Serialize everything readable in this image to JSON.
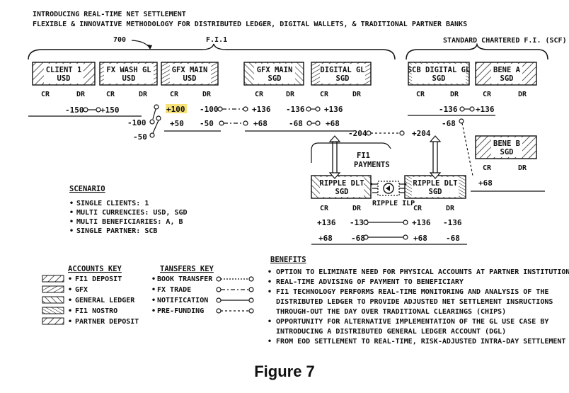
{
  "header": {
    "title": "INTRODUCING REAL-TIME NET SETTLEMENT",
    "subtitle": "FLEXIBLE & INNOVATIVE METHODOLOGY FOR DISTRIBUTED LEDGER, DIGITAL WALLETS, & TRADITIONAL PARTNER BANKS"
  },
  "groups": {
    "ref": "700",
    "fi1": "F.I.1",
    "scb": "STANDARD CHARTERED F.I. (SCF)"
  },
  "cr": "CR",
  "dr": "DR",
  "accounts": {
    "client1": [
      "CLIENT 1",
      "USD"
    ],
    "fxwash": [
      "FX WASH GL",
      "USD"
    ],
    "gfxmain_usd": [
      "GFX MAIN",
      "USD"
    ],
    "gfxmain_sgd": [
      "GFX MAIN",
      "SGD"
    ],
    "digital_gl": [
      "DIGITAL GL",
      "SGD"
    ],
    "scb_digital": [
      "SCB DIGITAL GL",
      "SGD"
    ],
    "bene_a": [
      "BENE A",
      "SGD"
    ],
    "bene_b": [
      "BENE B",
      "SGD"
    ],
    "ripple_fi": [
      "RIPPLE DLT",
      "SGD"
    ],
    "ripple_scb": [
      "RIPPLE DLT",
      "SGD"
    ]
  },
  "values": {
    "v1": "-150",
    "v2": "+150",
    "v3": "-100",
    "v4": "-50",
    "v5": "+100",
    "v6": "-100",
    "v7": "+50",
    "v8": "-50",
    "v9": "+136",
    "v10": "+68",
    "v11": "-136",
    "v12": "+136",
    "v13": "-68",
    "v14": "+68",
    "v15": "-204",
    "v16": "+204",
    "v17": "-136",
    "v18": "+136",
    "v19": "-68",
    "v20": "+68",
    "r1": "+136",
    "r2": "-136",
    "r3": "+68",
    "r4": "-68",
    "r5": "+136",
    "r6": "-136",
    "r7": "+68",
    "r8": "-68"
  },
  "fi1_payments": [
    "FI1",
    "PAYMENTS"
  ],
  "ripple_ilp": "RIPPLE ILP",
  "scenario": {
    "title": "SCENARIO",
    "items": [
      "SINGLE CLIENTS: 1",
      "MULTI CURRENCIES: USD, SGD",
      "MULTI BENEFICIARIES: A, B",
      "SINGLE PARTNER: SCB"
    ]
  },
  "accounts_key": {
    "title": "ACCOUNTS KEY",
    "items": [
      "FI1 DEPOSIT",
      "GFX",
      "GENERAL LEDGER",
      "FI1 NOSTRO",
      "PARTNER DEPOSIT"
    ]
  },
  "transfers_key": {
    "title": "TANSFERS KEY",
    "items": [
      "BOOK TRANSFER",
      "FX TRADE",
      "NOTIFICATION",
      "PRE-FUNDING"
    ]
  },
  "benefits": {
    "title": "BENEFITS",
    "lines": [
      "• OPTION TO ELIMINATE NEED FOR PHYSICAL ACCOUNTS AT PARTNER INSTITUTIONS",
      "• REAL-TIME ADVISING OF PAYMENT TO BENEFICIARY",
      "• FI1 TECHNOLOGY PERFORMS REAL-TIME MONITORING AND ANALYSIS OF THE",
      "  DISTRIBUTED LEDGER TO PROVIDE ADJUSTED NET SETTLEMENT INSRUCTIONS",
      "  THROUGH-OUT THE DAY OVER TRADITIONAL CLEARINGS (CHIPS)",
      "• OPPORTUNITY FOR ALTERNATIVE IMPLEMENTATION OF THE GL USE CASE BY",
      "  INTRODUCING A DISTRIBUTED GENERAL LEDGER ACCOUNT (DGL)",
      "• FROM EOD SETTLEMENT TO REAL-TIME, RISK-ADJUSTED INTRA-DAY SETTLEMENT"
    ]
  },
  "figure_label": "Figure 7",
  "colors": {
    "highlight": "#f7e27a",
    "ink": "#111111"
  }
}
